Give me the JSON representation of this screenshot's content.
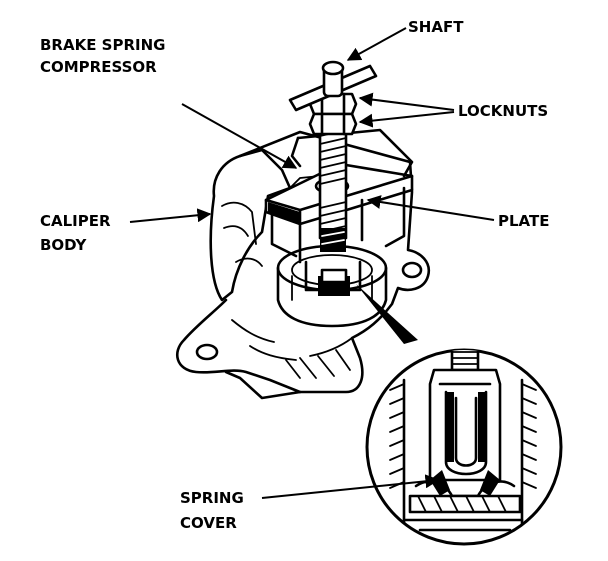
{
  "labels": {
    "shaft": "SHAFT",
    "brake_spring_compressor_line1": "BRAKE SPRING",
    "brake_spring_compressor_line2": "COMPRESSOR",
    "locknuts": "LOCKNUTS",
    "caliper_body_line1": "CALIPER",
    "caliper_body_line2": "BODY",
    "plate": "PLATE",
    "spring_cover_line1": "SPRING",
    "spring_cover_line2": "COVER"
  }
}
